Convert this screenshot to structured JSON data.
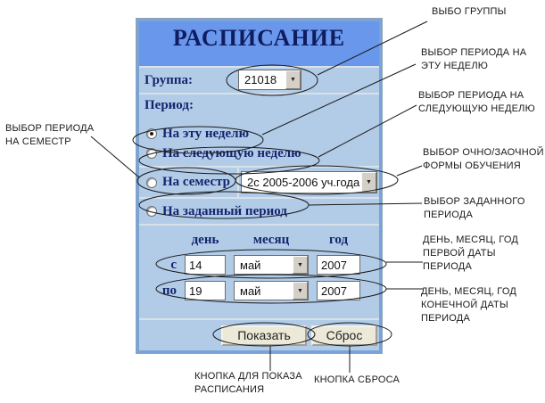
{
  "panel": {
    "title": "РАСПИСАНИЕ",
    "group_label": "Группа:",
    "group_value": "21018",
    "period_label": "Период:",
    "radios": [
      {
        "label": "На эту неделю",
        "selected": true
      },
      {
        "label": "На следующую неделю",
        "selected": false
      },
      {
        "label": "На семестр",
        "selected": false
      },
      {
        "label": "На заданный период",
        "selected": false
      }
    ],
    "semester_value": "2с 2005-2006 уч.года",
    "dates": {
      "headers": [
        "день",
        "месяц",
        "год"
      ],
      "rows": [
        {
          "label": "с",
          "day": "14",
          "month": "май",
          "year": "2007"
        },
        {
          "label": "по",
          "day": "19",
          "month": "май",
          "year": "2007"
        }
      ]
    },
    "buttons": {
      "show": "Показать",
      "reset": "Сброс"
    }
  },
  "icons": {
    "dropdown_arrow": "▼"
  },
  "annotations": {
    "group": {
      "lines": [
        "ВЫБО ГРУППЫ"
      ]
    },
    "this_week": {
      "lines": [
        "ВЫБОР ПЕРИОДА НА",
        "ЭТУ НЕДЕЛЮ"
      ]
    },
    "next_week": {
      "lines": [
        "ВЫБОР ПЕРИОДА НА",
        "СЛЕДУЮЩУЮ НЕДЕЛЮ"
      ]
    },
    "semester": {
      "lines": [
        "ВЫБОР ПЕРИОДА",
        "НА СЕМЕСТР"
      ]
    },
    "study_form": {
      "lines": [
        "ВЫБОР ОЧНО/ЗАОЧНОЙ",
        "ФОРМЫ ОБУЧЕНИЯ"
      ]
    },
    "custom_period": {
      "lines": [
        "ВЫБОР ЗАДАННОГО",
        "ПЕРИОДА"
      ]
    },
    "first_date": {
      "lines": [
        "ДЕНЬ, МЕСЯЦ, ГОД",
        "ПЕРВОЙ ДАТЫ",
        "ПЕРИОДА"
      ]
    },
    "end_date": {
      "lines": [
        "ДЕНЬ, МЕСЯЦ, ГОД",
        "КОНЕЧНОЙ ДАТЫ",
        "ПЕРИОДА"
      ]
    },
    "show_button": {
      "lines": [
        "КНОПКА ДЛЯ ПОКАЗА",
        "РАСПИСАНИЯ"
      ]
    },
    "reset_button": {
      "lines": [
        "КНОПКА СБРОСА"
      ]
    }
  },
  "colors": {
    "header_bg": "#6897ec",
    "panel_bg": "#b2cce8",
    "frame": "#7aa3d8",
    "title_text": "#101c60",
    "label_text": "#16246e",
    "button_bg": "#ece9d8"
  }
}
